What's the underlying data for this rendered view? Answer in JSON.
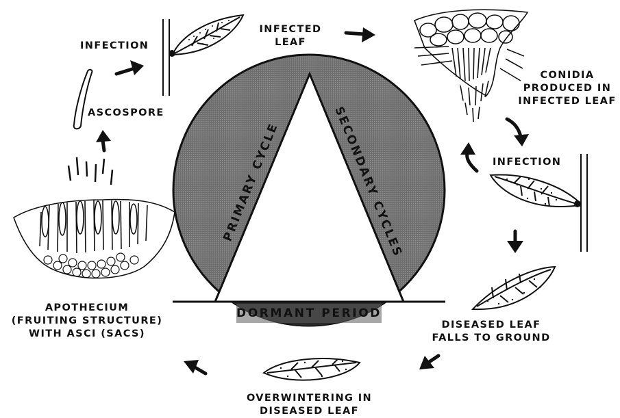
{
  "labels": {
    "infection_top": "INFECTION",
    "infected_leaf": [
      "INFECTED",
      "LEAF"
    ],
    "conidia": [
      "CONIDIA",
      "PRODUCED IN",
      "INFECTED LEAF"
    ],
    "infection_right": "INFECTION",
    "diseased_leaf": [
      "DISEASED LEAF",
      "FALLS TO GROUND"
    ],
    "overwintering": [
      "OVERWINTERING IN",
      "DISEASED LEAF"
    ],
    "apothecium": [
      "APOTHECIUM",
      "(FRUITING STRUCTURE)",
      "WITH ASCI (SACS)"
    ],
    "ascospore": "ASCOSPORE"
  },
  "cycle": {
    "primary": "PRIMARY CYCLE",
    "secondary": "SECONDARY CYCLES",
    "dormant": "DORMANT PERIOD"
  }
}
